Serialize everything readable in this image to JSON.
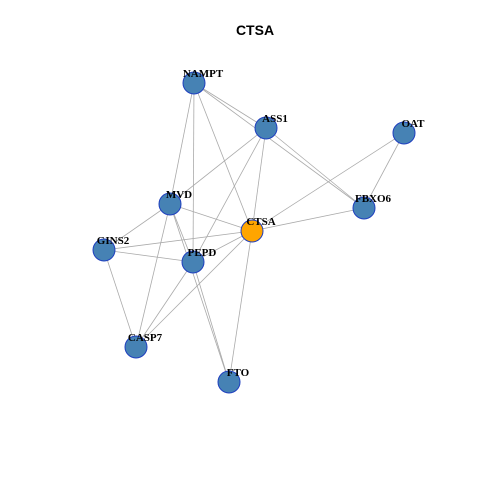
{
  "title": "CTSA",
  "colors": {
    "center": "#ffa500",
    "neighbor": "#4682b4",
    "edge": "#aaaaaa",
    "border": "#1f3fbf"
  },
  "nodes": [
    {
      "id": "NAMPT",
      "label": "NAMPT",
      "center": false
    },
    {
      "id": "ASS1",
      "label": "ASS1",
      "center": false
    },
    {
      "id": "OAT",
      "label": "OAT",
      "center": false
    },
    {
      "id": "MVD",
      "label": "MVD",
      "center": false
    },
    {
      "id": "FBXO6",
      "label": "FBXO6",
      "center": false
    },
    {
      "id": "CTSA",
      "label": "CTSA",
      "center": true
    },
    {
      "id": "GINS2",
      "label": "GINS2",
      "center": false
    },
    {
      "id": "PEPD",
      "label": "PEPD",
      "center": false
    },
    {
      "id": "CASP7",
      "label": "CASP7",
      "center": false
    },
    {
      "id": "FTO",
      "label": "FTO",
      "center": false
    }
  ],
  "edges": [
    [
      "NAMPT",
      "ASS1"
    ],
    [
      "NAMPT",
      "MVD"
    ],
    [
      "NAMPT",
      "CTSA"
    ],
    [
      "NAMPT",
      "PEPD"
    ],
    [
      "NAMPT",
      "FBXO6"
    ],
    [
      "ASS1",
      "MVD"
    ],
    [
      "ASS1",
      "CTSA"
    ],
    [
      "ASS1",
      "PEPD"
    ],
    [
      "ASS1",
      "FBXO6"
    ],
    [
      "OAT",
      "CTSA"
    ],
    [
      "OAT",
      "FBXO6"
    ],
    [
      "MVD",
      "CTSA"
    ],
    [
      "MVD",
      "GINS2"
    ],
    [
      "MVD",
      "PEPD"
    ],
    [
      "MVD",
      "CASP7"
    ],
    [
      "MVD",
      "FTO"
    ],
    [
      "FBXO6",
      "CTSA"
    ],
    [
      "CTSA",
      "GINS2"
    ],
    [
      "CTSA",
      "PEPD"
    ],
    [
      "CTSA",
      "CASP7"
    ],
    [
      "CTSA",
      "FTO"
    ],
    [
      "GINS2",
      "PEPD"
    ],
    [
      "GINS2",
      "CASP7"
    ],
    [
      "PEPD",
      "CASP7"
    ],
    [
      "PEPD",
      "FTO"
    ]
  ]
}
